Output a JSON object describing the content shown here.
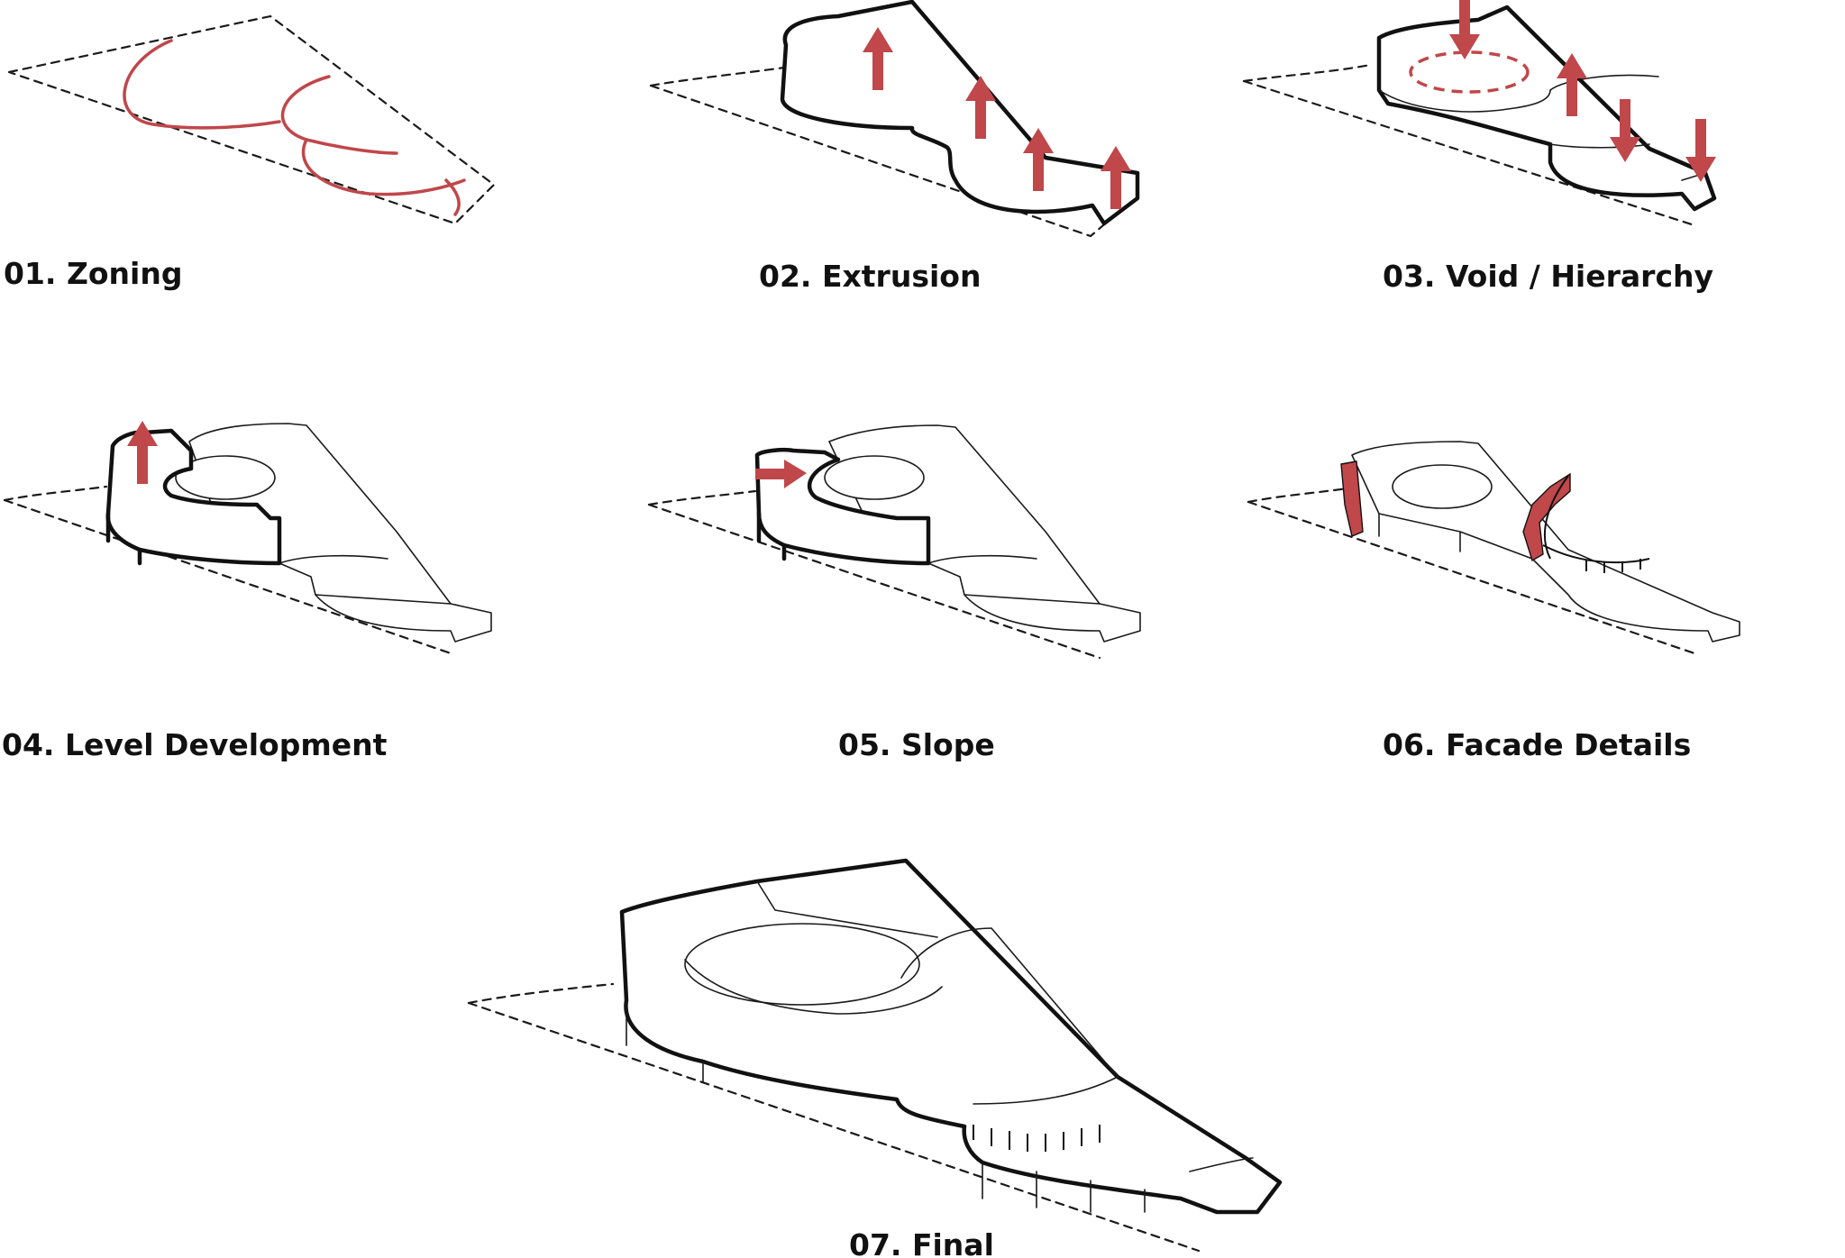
{
  "colors": {
    "accent": "#c0474a",
    "ink": "#111111",
    "background": "#ffffff"
  },
  "steps": [
    {
      "label": "01.  Zoning"
    },
    {
      "label": "02. Extrusion"
    },
    {
      "label": "03. Void / Hierarchy"
    },
    {
      "label": "04. Level Development"
    },
    {
      "label": "05. Slope"
    },
    {
      "label": "06. Facade Details"
    },
    {
      "label": "07. Final"
    }
  ]
}
